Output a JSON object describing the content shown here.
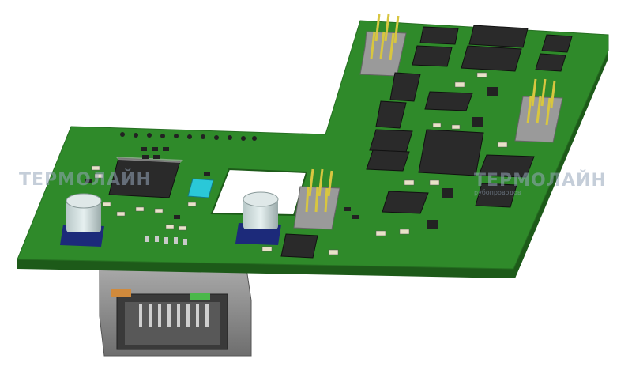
{
  "watermark": {
    "left_title": "ТЕРМОЛАЙН",
    "left_subtitle": "",
    "right_title": "ТЕРМОЛАЙН",
    "right_subtitle": "рубопроводов"
  },
  "colors": {
    "pcb_top": "#2f8a2a",
    "pcb_edge": "#1d5a19",
    "ic_body": "#2a2a2a",
    "pin_gold": "#d8c640",
    "connector_gray": "#9a9a9a",
    "capacitor_blue": "#1c2a7a",
    "led_orange": "#d08a3c",
    "led_green": "#4ab84a",
    "cyan_part": "#2ac8d8"
  }
}
